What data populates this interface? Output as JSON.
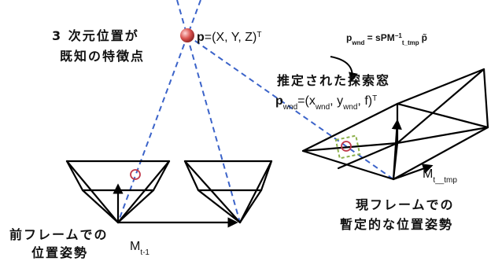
{
  "colors": {
    "sight_line": "#3b63c9",
    "feature_point": "#d9534f",
    "projection_marker": "#c0394b",
    "search_window": "#8db04b",
    "frame": "#000000"
  },
  "feature_point": {
    "caption_line1": "3 次元位置が",
    "caption_line2": "既知の特徴点",
    "symbol": "p",
    "coords": "=(X, Y, Z)",
    "transpose": "T"
  },
  "projection_formula": {
    "lhs_symbol": "p",
    "lhs_sub": "wnd",
    "equals": " = s",
    "matrix": "PM",
    "inverse": "−1",
    "pose_sub": "t_tmp",
    "rhs_symbol": "p̃"
  },
  "search_window": {
    "caption": "推定された探索窓",
    "symbol": "p",
    "sub1": "wnd",
    "open": "=(x",
    "sub2": "wnd",
    "mid": ", y",
    "sub3": "wnd",
    "close": ", f)",
    "transpose": "T"
  },
  "current_frame": {
    "caption_line1": "現フレームでの",
    "caption_line2": "暫定的な位置姿勢",
    "pose_symbol": "M",
    "pose_sub": "t__tmp"
  },
  "previous_frame": {
    "caption_line1": "前フレームでの",
    "caption_line2": "位置姿勢",
    "pose_symbol": "M",
    "pose_sub": "t-1"
  }
}
